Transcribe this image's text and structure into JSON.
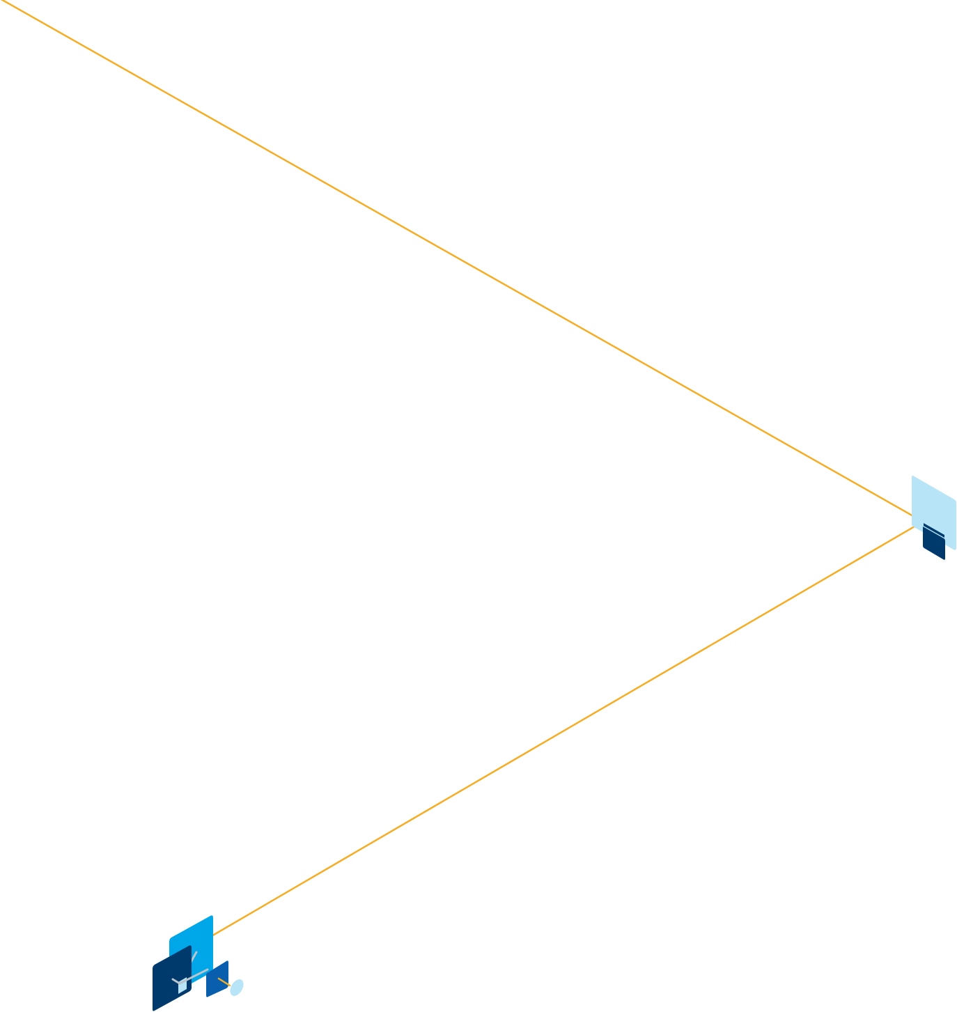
{
  "colors": {
    "background": "#ffffff",
    "connector": "#f5ad26",
    "light_blue": "#b8e4f8",
    "bright_blue": "#00a7e8",
    "mid_blue": "#0a5eae",
    "navy": "#003a6c",
    "link_gray": "#b9c4cc"
  },
  "diagram": {
    "nodes": [
      {
        "id": "right-device",
        "icon": "isometric-panel-icon"
      },
      {
        "id": "left-device-cluster",
        "icon": "isometric-stacked-panels-icon"
      }
    ],
    "connections": [
      {
        "from": "offscreen-top-left",
        "to": "right-device"
      },
      {
        "from": "right-device",
        "to": "left-device-cluster"
      }
    ]
  }
}
